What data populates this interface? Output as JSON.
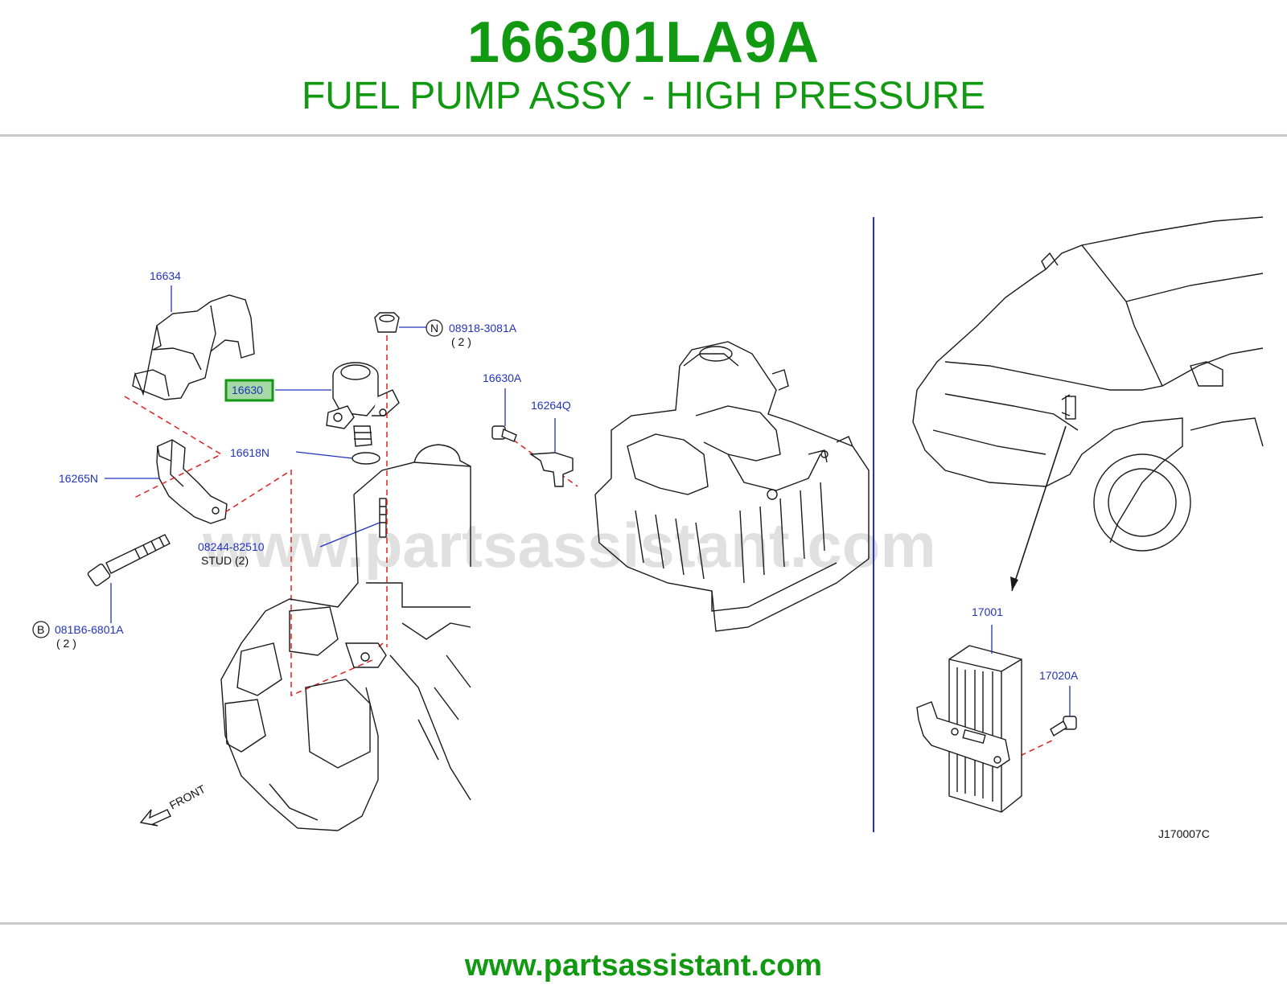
{
  "header": {
    "part_number": "166301LA9A",
    "description": "FUEL PUMP ASSY - HIGH PRESSURE"
  },
  "diagram": {
    "labels": {
      "p16634": "16634",
      "p16630": "16630",
      "p16618N": "16618N",
      "p16265N": "16265N",
      "p08244": "08244-82510",
      "stud": "STUD (2)",
      "p081B6": "081B6-6801A",
      "p081B6_qty": "( 2 )",
      "p08918": "08918-3081A",
      "p08918_qty": "( 2 )",
      "p16630A": "16630A",
      "p16264Q": "16264Q",
      "p17001": "17001",
      "p17020A": "17020A",
      "fig_code": "J170007C",
      "front": "FRONT",
      "callout_b": "B",
      "callout_n": "N"
    },
    "highlighted_part": "16630",
    "watermark": "www.partsassistant.com",
    "colors": {
      "title_green": "#119911",
      "label_blue": "#2233bb",
      "dashed_red": "#e02020",
      "highlight_fill": "#a6d9a6",
      "highlight_border": "#119911"
    }
  },
  "footer": {
    "url": "www.partsassistant.com"
  }
}
